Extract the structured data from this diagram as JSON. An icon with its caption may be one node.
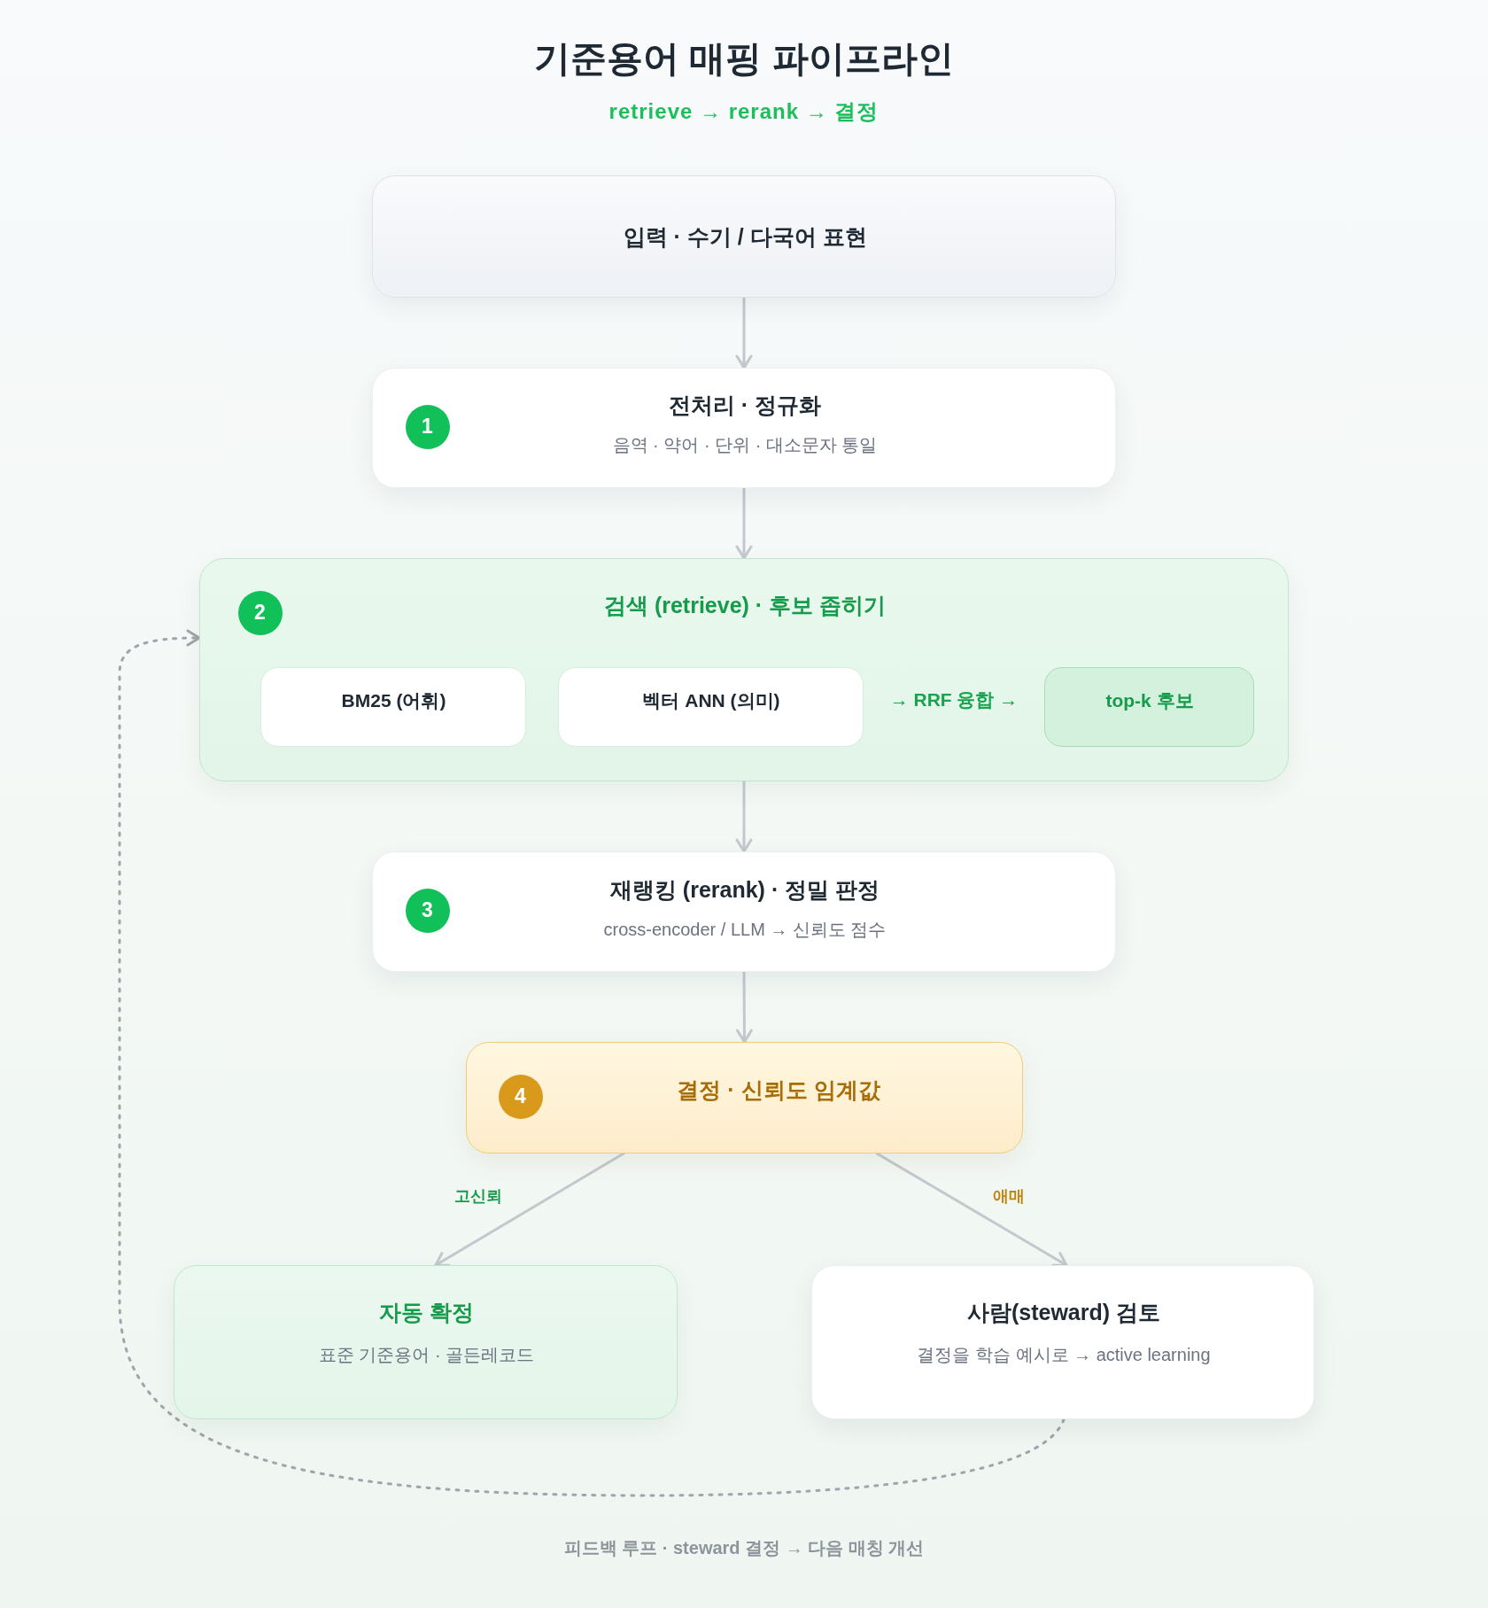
{
  "diagram": {
    "title": "기준용어 매핑 파이프라인",
    "caption": "피드백 루프 · steward 결정 → 다음 매칭 개선",
    "nodes": [
      {
        "text": [
          "입력 · 수기 / 다국어 표현"
        ]
      },
      {
        "text": [
          "전처리 · 정규화",
          "음역 · 약어 · 단위 · 대소문자 통일"
        ]
      },
      {
        "text": [
          "1"
        ],
        "in": 1
      },
      {
        "text": [
          "검색 (retrieve) · 후보 좁히기"
        ]
      },
      {
        "text": [
          "2"
        ],
        "in": 3
      },
      {
        "text": [
          "BM25 (어휘)"
        ],
        "in": 3
      },
      {
        "text": [
          "벡터 ANN (의미)"
        ],
        "in": 3
      },
      {
        "text": [
          "top-k 후보"
        ],
        "in": 3
      },
      {
        "text": [
          "재랭킹 (rerank) · 정밀 판정",
          "cross-encoder / LLM → 신뢰도 점수"
        ]
      },
      {
        "text": [
          "3"
        ],
        "in": 8
      },
      {
        "text": [
          "결정 · 신뢰도 임계값"
        ]
      },
      {
        "text": [
          "4"
        ],
        "in": 10
      },
      {
        "text": [
          "자동 확정",
          "표준 기준용어 · 골든레코드"
        ]
      },
      {
        "text": [
          "사람(steward) 검토",
          "결정을 학습 예시로 → active learning"
        ]
      }
    ],
    "edges": [
      {
        "from": 0,
        "to": 1,
        "arrow": "to"
      },
      {
        "from": 1,
        "to": 3,
        "arrow": "to"
      },
      {
        "from": 3,
        "to": 8,
        "arrow": "to"
      },
      {
        "from": 8,
        "to": 10,
        "arrow": "to"
      },
      {
        "from": 10,
        "to": 12,
        "arrow": "to",
        "label": "고신뢰"
      },
      {
        "from": 10,
        "to": 13,
        "arrow": "to",
        "label": "애매"
      },
      {
        "from": 13,
        "to": 3,
        "arrow": "to",
        "style": "dashed",
        "color": "#9fa5aa"
      }
    ],
    "labels": [
      "retrieve → rerank → 결정",
      "→ RRF 융합 →"
    ]
  }
}
